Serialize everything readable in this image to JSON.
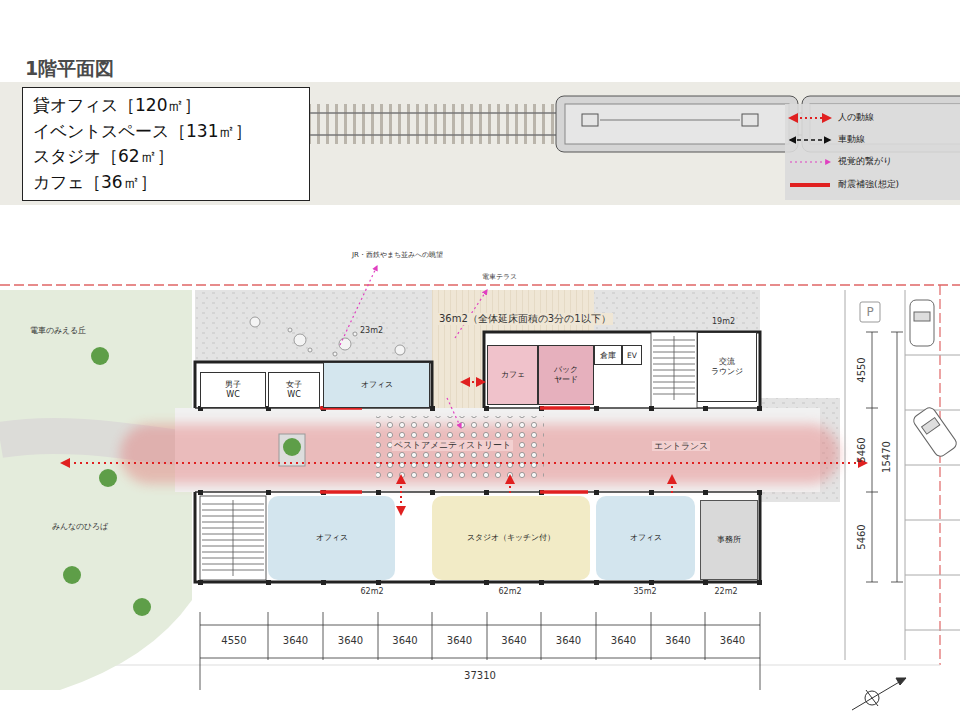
{
  "diagram": {
    "title": "1階平面図",
    "nodes": [
      {
        "text": [
          "貸オフィス［120㎡］",
          "イベントスペース［131㎡］",
          "スタジオ［62㎡］",
          "カフェ［36㎡］"
        ]
      },
      {
        "text": [
          "倉庫"
        ]
      },
      {
        "text": [
          "EV"
        ]
      },
      {
        "text": [
          "交流 ラウンジ"
        ]
      },
      {
        "text": [
          "男子 WC"
        ]
      },
      {
        "text": [
          "女子 WC"
        ]
      },
      {
        "text": [
          "オフィス"
        ]
      },
      {
        "text": [
          "カフェ"
        ]
      },
      {
        "text": [
          "バック ヤード"
        ]
      },
      {
        "text": [
          "オフィス"
        ]
      },
      {
        "text": [
          "スタジオ（キッチン付）"
        ]
      },
      {
        "text": [
          "オフィス"
        ]
      },
      {
        "text": [
          "事務所"
        ]
      }
    ],
    "labels": [
      "JR・西鉄やまち並みへの眺望",
      "電車テラス",
      "36m2（全体延床面積の3分の1以下）",
      "23m2",
      "19m2",
      "電車のみえる丘",
      "ベストアメニティストリート",
      "エントランス",
      "みんなのひろば",
      "62m2",
      "62m2",
      "35m2",
      "22m2",
      "4550",
      "3640",
      "3640",
      "3640",
      "3640",
      "3640",
      "3640",
      "3640",
      "3640",
      "3640",
      "37310",
      "4550",
      "5460",
      "5460",
      "15470",
      "P"
    ],
    "legend": [
      {
        "text": "人の動線"
      },
      {
        "text": "車動線"
      },
      {
        "text": "視覚的繋がり"
      },
      {
        "text": "耐震補強(想定)"
      }
    ]
  }
}
